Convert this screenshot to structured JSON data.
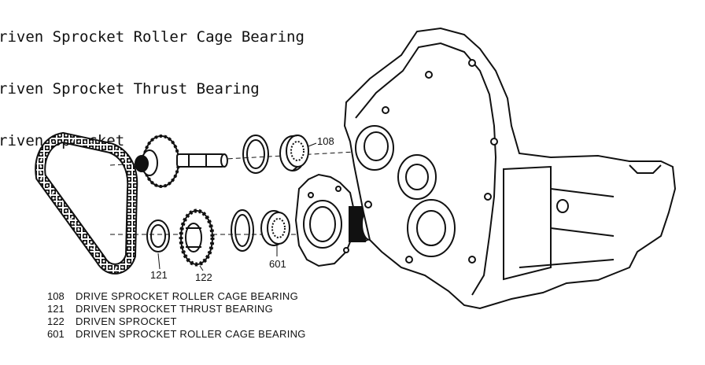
{
  "header_lines": [
    "riven Sprocket Roller Cage Bearing",
    "riven Sprocket Thrust Bearing",
    "riven Sprocket"
  ],
  "callouts": {
    "c108": "108",
    "c121": "121",
    "c122": "122",
    "c601": "601"
  },
  "legend": [
    {
      "number": "108",
      "text": "DRIVE SPROCKET ROLLER CAGE BEARING"
    },
    {
      "number": "121",
      "text": "DRIVEN SPROCKET THRUST BEARING"
    },
    {
      "number": "122",
      "text": "DRIVEN SPROCKET"
    },
    {
      "number": "601",
      "text": "DRIVEN SPROCKET ROLLER CAGE BEARING"
    }
  ]
}
